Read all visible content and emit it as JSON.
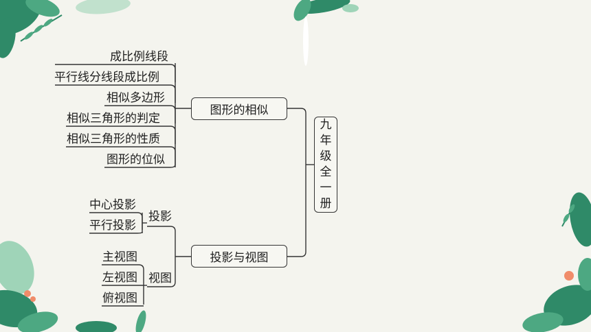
{
  "root": {
    "chars": [
      "九",
      "年",
      "级",
      "全",
      "一",
      "册"
    ]
  },
  "branches": {
    "similar": {
      "label": "图形的相似",
      "items": [
        "成比例线段",
        "平行线分线段成比例",
        "相似多边形",
        "相似三角形的判定",
        "相似三角形的性质",
        "图形的位似"
      ]
    },
    "projection": {
      "label": "投影与视图",
      "projection_group": {
        "label": "投影",
        "items": [
          "中心投影",
          "平行投影"
        ]
      },
      "view_group": {
        "label": "视图",
        "items": [
          "主视图",
          "左视图",
          "俯视图"
        ]
      }
    }
  },
  "colors": {
    "leaf_dark": "#2f8a68",
    "leaf_mid": "#4da882",
    "leaf_light": "#9fd4b8",
    "flower": "#f08c6a",
    "line": "#333333"
  }
}
